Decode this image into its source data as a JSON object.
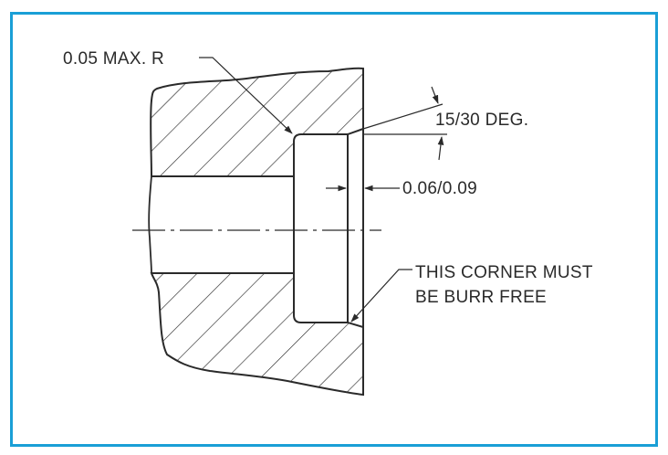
{
  "figure": {
    "type": "engineering-cross-section",
    "frame_color": "#1a9fd6",
    "line_color": "#2a2a2a"
  },
  "annotations": {
    "radius_callout": "0.05 MAX. R",
    "chamfer_angle": "15/30 DEG.",
    "chamfer_width": "0.06/0.09",
    "corner_note_line1": "THIS CORNER MUST",
    "corner_note_line2": "BE BURR FREE"
  }
}
